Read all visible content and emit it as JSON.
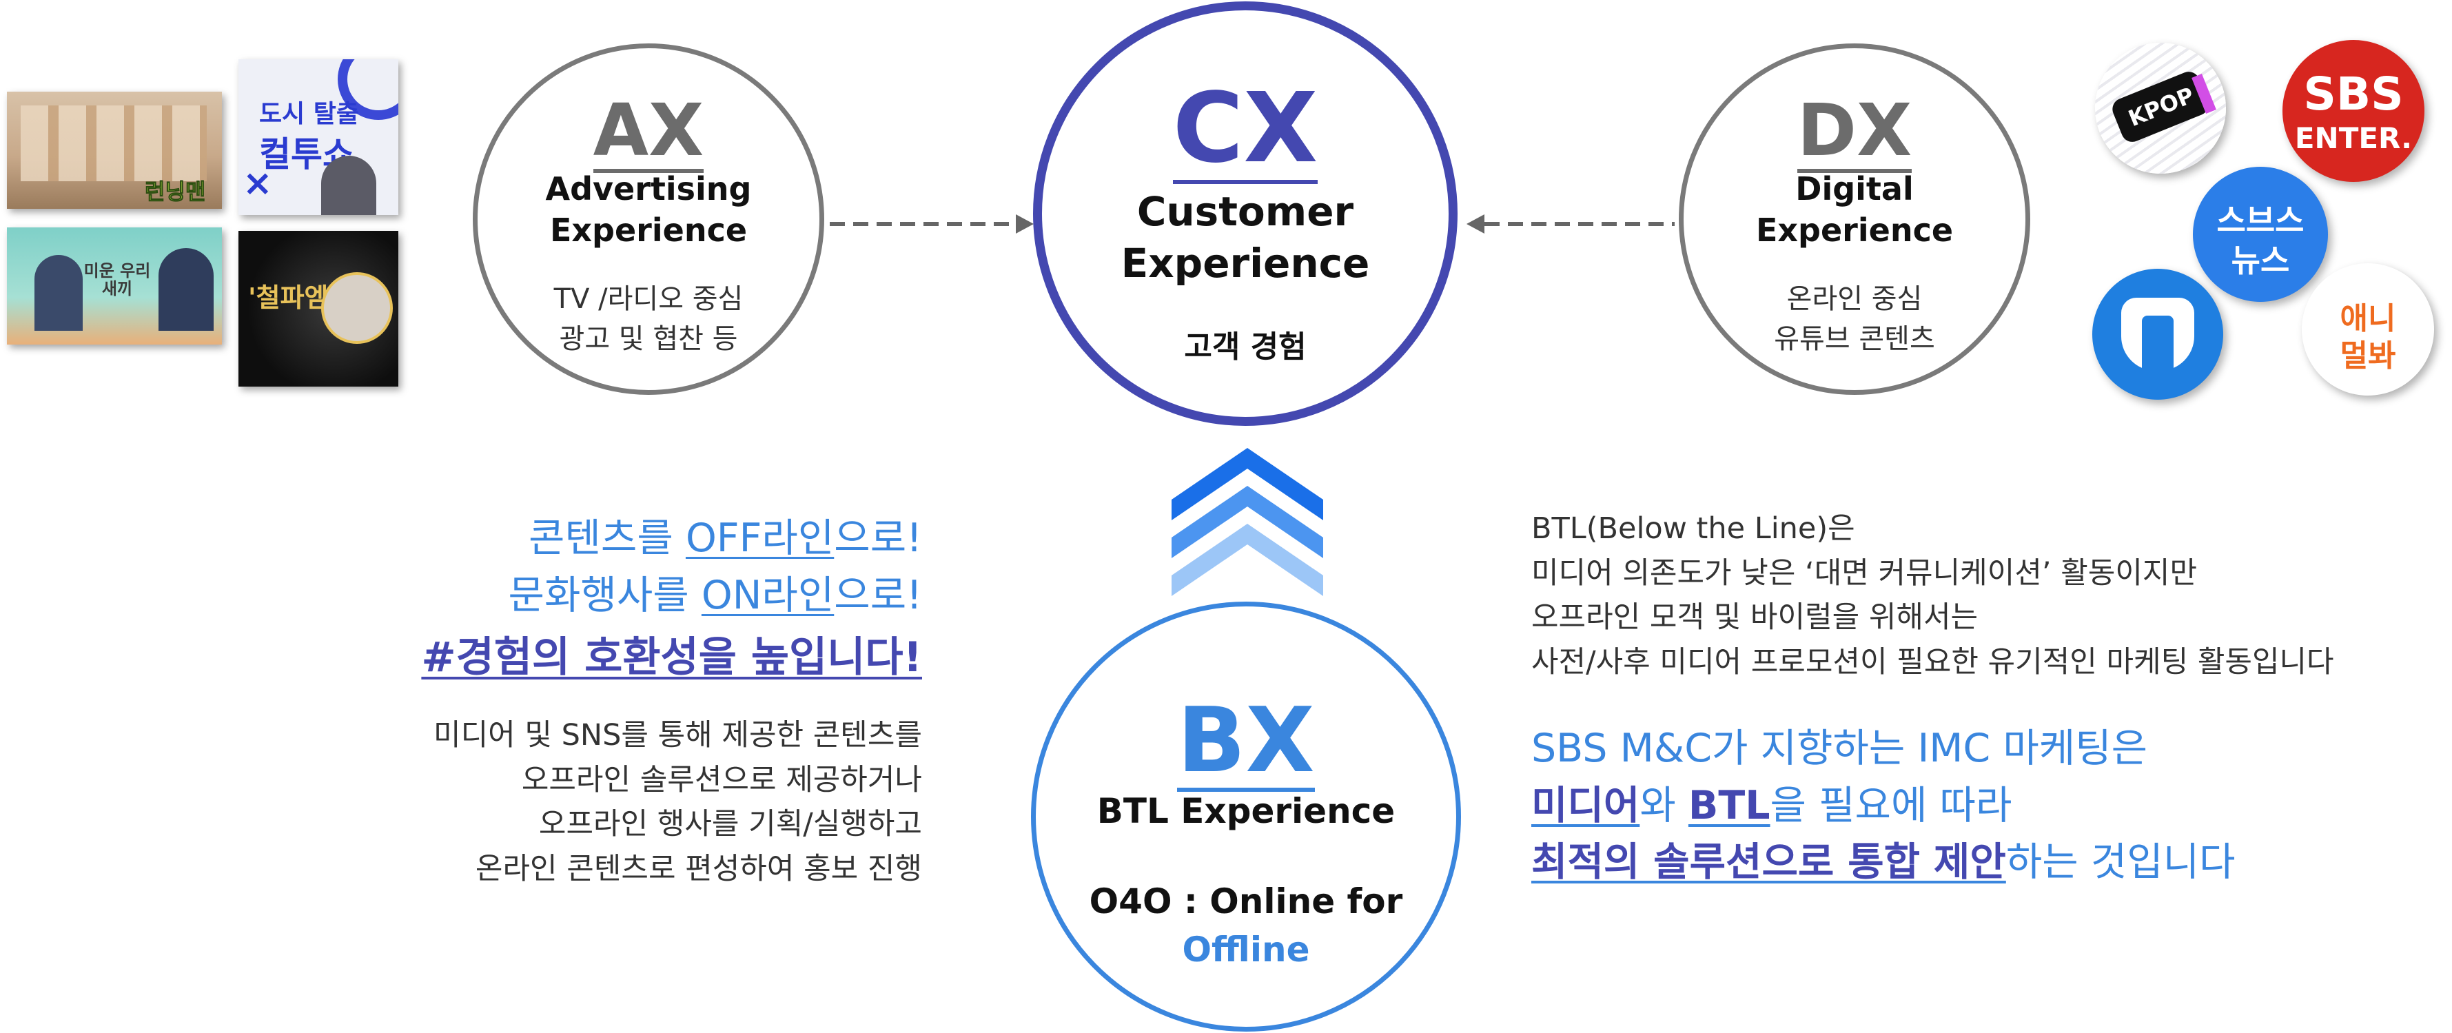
{
  "ax": {
    "code": "AX",
    "title_line1": "Advertising",
    "title_line2": "Experience",
    "desc_line1": "TV /라디오 중심",
    "desc_line2": "광고 및 협찬 등"
  },
  "cx": {
    "code": "CX",
    "title_line1": "Customer",
    "title_line2": "Experience",
    "subtitle": "고객 경험"
  },
  "dx": {
    "code": "DX",
    "title_line1": "Digital",
    "title_line2": "Experience",
    "desc_line1": "온라인 중심",
    "desc_line2": "유튜브 콘텐츠"
  },
  "bx": {
    "code": "BX",
    "title": "BTL Experience",
    "o2o_line1": "O4O : Online for",
    "o2o_line2": "Offline"
  },
  "left_slogan": {
    "l1_a": "콘텐츠를 ",
    "l1_u": "OFF라인",
    "l1_b": "으로!",
    "l2_a": "문화행사를 ",
    "l2_u": "ON라인",
    "l2_b": "으로!",
    "l3": "#경험의 호환성을 높입니다!"
  },
  "left_desc": [
    "미디어 및 SNS를 통해 제공한 콘텐츠를",
    "오프라인 솔루션으로 제공하거나",
    "오프라인 행사를 기획/실행하고",
    "온라인 콘텐츠로 편성하여 홍보 진행"
  ],
  "right_desc": [
    "BTL(Below the Line)은",
    "미디어 의존도가 낮은 ‘대면 커뮤니케이션’ 활동이지만",
    "오프라인 모객 및 바이럴을 위해서는",
    "사전/사후 미디어 프로모션이 필요한 유기적인 마케팅 활동입니다"
  ],
  "right_slogan": {
    "l1": "SBS M&C가 지향하는 IMC 마케팅은",
    "l2_b1": "미디어",
    "l2_t1": "와 ",
    "l2_b2": "BTL",
    "l2_t2": "을 필요에 따라",
    "l3_b": "최적의 솔루션으로 통합 제안",
    "l3_t": "하는 것입니다"
  },
  "thumbnails": {
    "t1": "런닝맨",
    "t2_line1": "도시 탈출",
    "t2_line2": "컬투쇼",
    "t3": "미운 우리 새끼",
    "t4": "'철파엠'"
  },
  "logos": {
    "kpop": "KPOP",
    "sbs_line1": "SBS",
    "sbs_line2": "ENTER.",
    "news_line1": "스브스",
    "news_line2": "뉴스",
    "anime_line1": "애니",
    "anime_line2": "멀봐"
  },
  "colors": {
    "cx_ring": "#4448b0",
    "bx_ring": "#3a86de",
    "side_ring": "#7a7a7a",
    "chevron_top": "#1a6fe8",
    "chevron_mid": "#4c95f0",
    "chevron_bottom": "#9cc6f7"
  }
}
